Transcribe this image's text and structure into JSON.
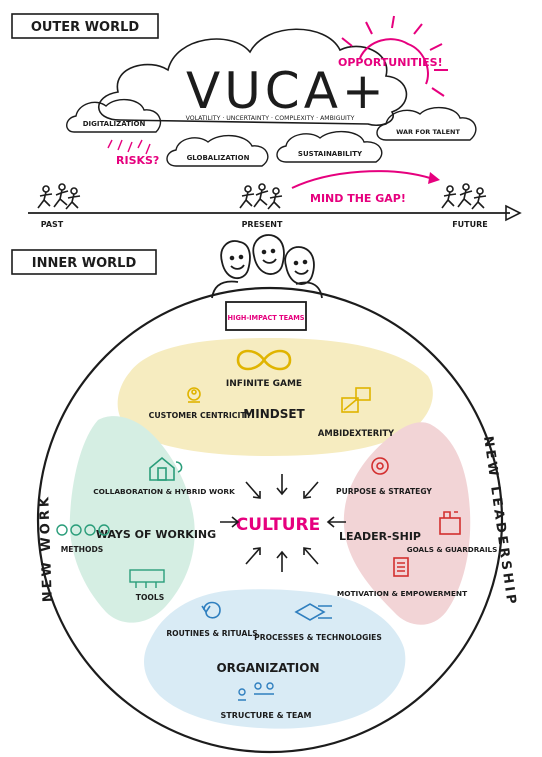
{
  "outer_world": {
    "heading": "OUTER WORLD",
    "vuca": "VUCA+",
    "opportunities": "OPPORTUNITIES!",
    "vuca_terms": "VOLATILITY · UNCERTAINTY · COMPLEXITY · AMBIGUITY",
    "clouds": [
      "DIGITALIZATION",
      "GLOBALIZATION",
      "SUSTAINABILITY",
      "WAR FOR TALENT"
    ],
    "risks": "RISKS?",
    "mind_the_gap": "MIND THE GAP!",
    "timeline": [
      "PAST",
      "PRESENT",
      "FUTURE"
    ]
  },
  "inner_world": {
    "heading": "INNER WORLD",
    "teams_label": "HIGH-IMPACT TEAMS",
    "outer_left": "NEW WORK",
    "outer_right": "NEW LEADERSHIP",
    "center": "CULTURE",
    "mindset": {
      "title": "MINDSET",
      "items": [
        "INFINITE GAME",
        "CUSTOMER CENTRICITY",
        "AMBIDEXTERITY"
      ]
    },
    "ways_of_working": {
      "title": "WAYS OF WORKING",
      "items": [
        "COLLABORATION & HYBRID WORK",
        "METHODS",
        "TOOLS"
      ]
    },
    "leadership": {
      "title": "LEADER-SHIP",
      "items": [
        "PURPOSE & STRATEGY",
        "GOALS & GUARDRAILS",
        "MOTIVATION & EMPOWERMENT"
      ]
    },
    "organization": {
      "title": "ORGANIZATION",
      "items": [
        "ROUTINES & RITUALS",
        "PROCESSES & TECHNOLOGIES",
        "STRUCTURE & TEAM"
      ]
    }
  },
  "colors": {
    "ink": "#1c1c1c",
    "magenta": "#e6007e",
    "mindset_fill": "#f6ecc0",
    "ways_fill": "#d5eee3",
    "leadership_fill": "#f2d4d6",
    "organization_fill": "#d9ebf5"
  }
}
